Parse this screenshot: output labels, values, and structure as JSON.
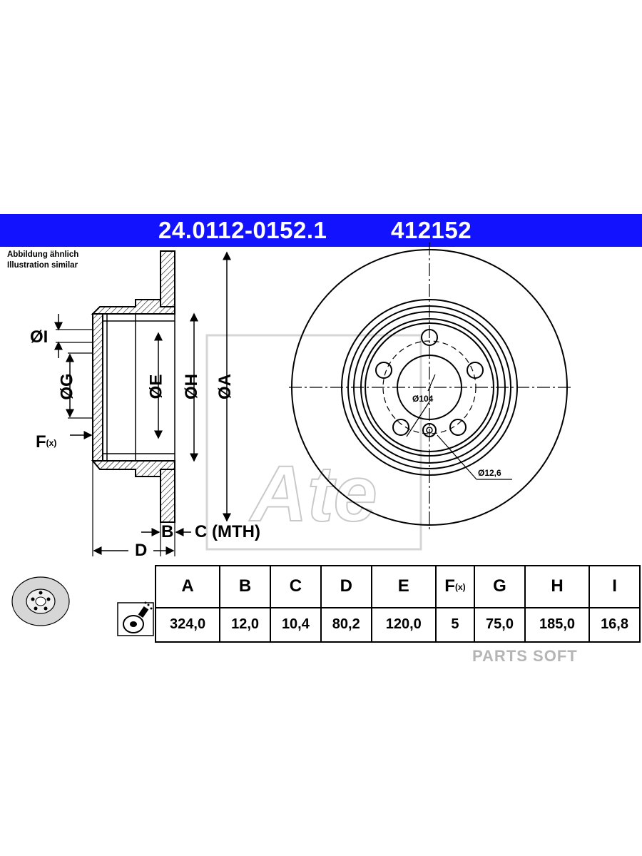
{
  "header": {
    "part_number": "24.0112-0152.1",
    "ref_number": "412152",
    "color": "#1212ff"
  },
  "caption": {
    "line_de": "Abbildung ähnlich",
    "line_en": "Illustration similar"
  },
  "drawing": {
    "labels": {
      "dia_i": "ØI",
      "dia_g": "ØG",
      "dia_e": "ØE",
      "dia_h": "ØH",
      "dia_a": "ØA",
      "f": "F",
      "f_sub": "(x)",
      "b": "B",
      "c_mth": "C (MTH)",
      "d": "D",
      "pcd": "Ø104",
      "hole": "Ø12,6"
    },
    "logo_text": "Ate"
  },
  "table": {
    "headers": [
      "A",
      "B",
      "C",
      "D",
      "E",
      "F",
      "G",
      "H",
      "I"
    ],
    "f_header_sub": "(x)",
    "values": [
      "324,0",
      "12,0",
      "10,4",
      "80,2",
      "120,0",
      "5",
      "75,0",
      "185,0",
      "16,8"
    ]
  },
  "watermark": "PARTS SOFT"
}
